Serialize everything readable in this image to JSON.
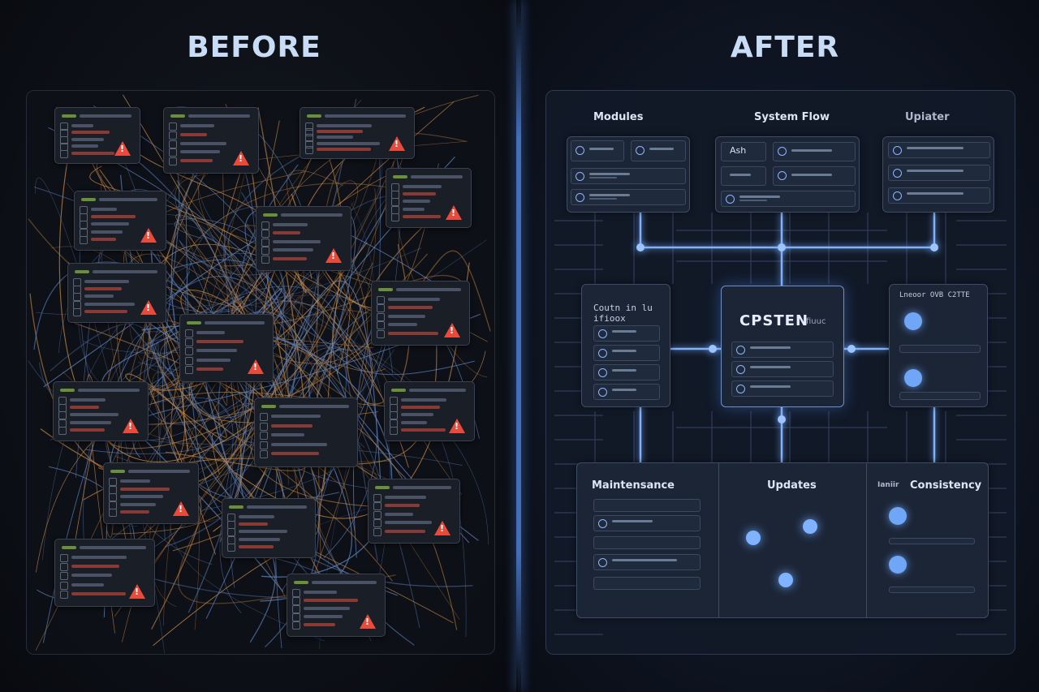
{
  "titles": {
    "before": "BEFORE",
    "after": "AFTER"
  },
  "after": {
    "top_labels": {
      "modules": "Modules",
      "system_flow": "System Flow",
      "updater": "Upiater"
    },
    "hub": {
      "title": "CPSTEN",
      "sub": "fiuuc"
    },
    "left_box_title": "Coutn in lu ifioox",
    "right_box_title": "Lneoor OVB C2TTE",
    "bottom_labels": {
      "maintenance": "Maintensance",
      "updates": "Updates",
      "consistency_prefix": "Ianiir",
      "consistency": "Consistency"
    },
    "small_labels": {
      "ash": "Ash"
    }
  },
  "colors": {
    "accent": "#7fb2ff",
    "warning": "#e84a3c",
    "wire_orange": "#c98a45",
    "wire_blue": "#5c7fb8"
  },
  "icons": {
    "warning": "warning-triangle-icon",
    "node": "network-node-icon"
  }
}
